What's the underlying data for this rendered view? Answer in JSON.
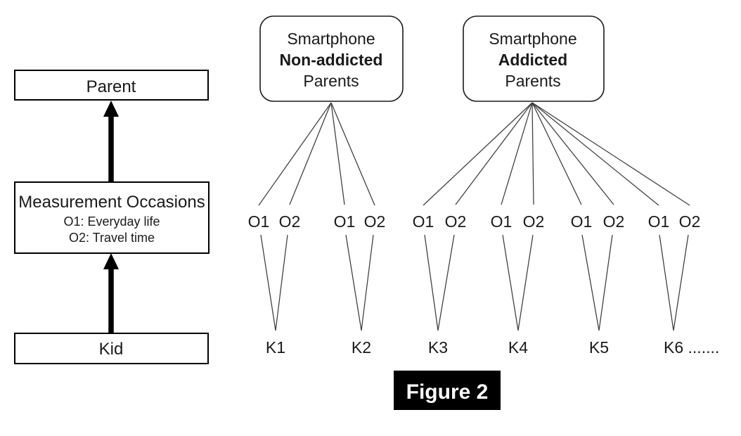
{
  "diagram": {
    "left_flow": {
      "parent_label": "Parent",
      "measurement_title": "Measurement Occasions",
      "measurement_sub1": "O1: Everyday life",
      "measurement_sub2": "O2: Travel time",
      "kid_label": "Kid"
    },
    "group_nonaddicted": {
      "box_line1": "Smartphone",
      "box_line2": "Non-addicted",
      "box_line3": "Parents",
      "o_labels": [
        "O1",
        "O2",
        "O1",
        "O2"
      ],
      "k_labels": [
        "K1",
        "K2"
      ]
    },
    "group_addicted": {
      "box_line1": "Smartphone",
      "box_line2": "Addicted",
      "box_line3": "Parents",
      "o_labels": [
        "O1",
        "O2",
        "O1",
        "O2",
        "O1",
        "O2",
        "O1",
        "O2"
      ],
      "k_labels": [
        "K3",
        "K4",
        "K5",
        "K6 ......."
      ]
    },
    "caption": "Figure 2"
  },
  "colors": {
    "background": "#ffffff",
    "text": "#1a1a1a",
    "box_border": "#000000",
    "thin_line": "#3c3c3c",
    "arrow": "#000000",
    "caption_background": "#000000",
    "caption_text": "#ffffff"
  }
}
